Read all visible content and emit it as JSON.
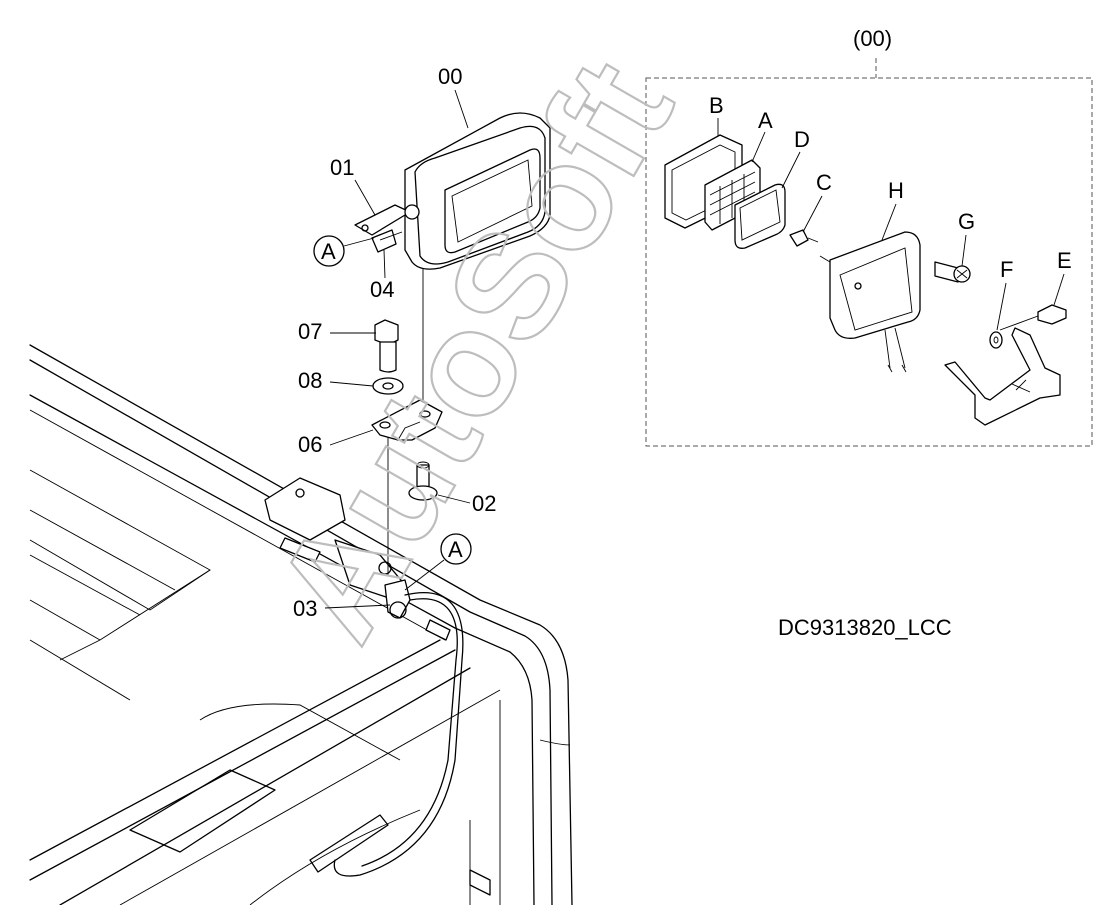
{
  "diagram": {
    "drawing_code": "DC9313820_LCC",
    "watermark": "AutoSoft",
    "assembly_label": "(00)",
    "callouts": {
      "p00": "00",
      "p01": "01",
      "p02": "02",
      "p03": "03",
      "p04": "04",
      "p06": "06",
      "p07": "07",
      "p08": "08"
    },
    "detail_ref": "A",
    "letters": {
      "a": "A",
      "b": "B",
      "c": "C",
      "d": "D",
      "e": "E",
      "f": "F",
      "g": "G",
      "h": "H"
    }
  }
}
